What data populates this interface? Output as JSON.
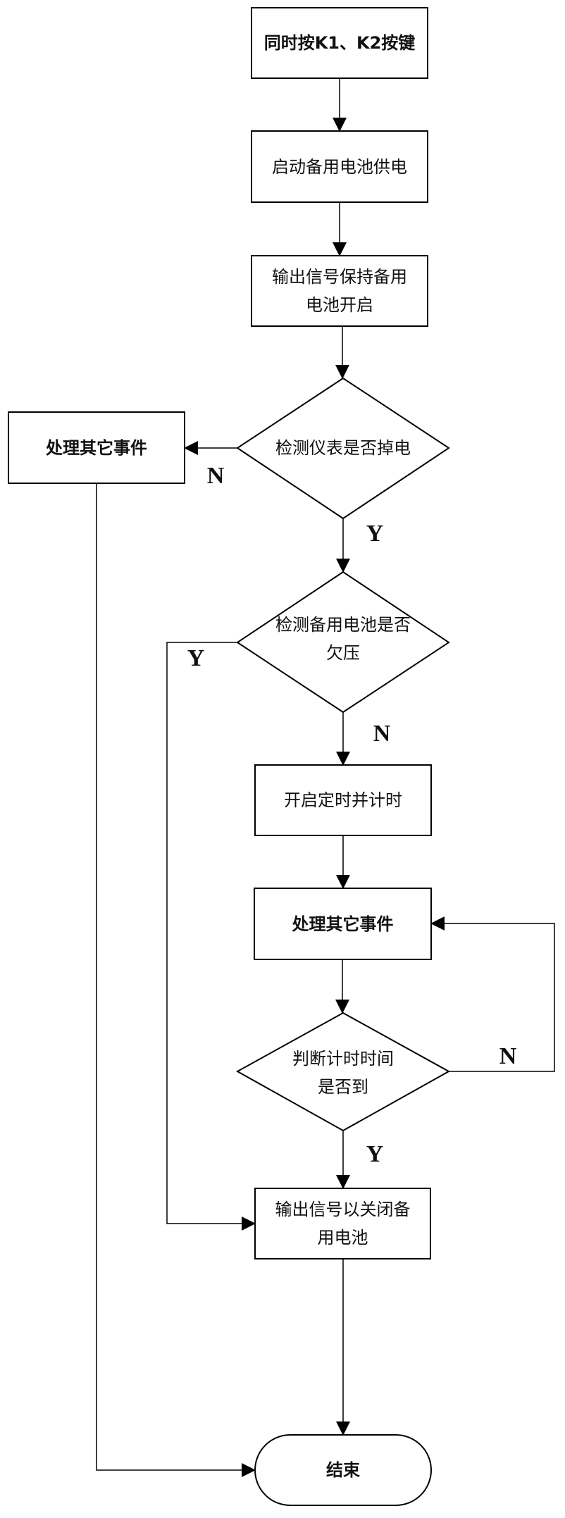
{
  "nodes": {
    "start": "同时按K1、K2按键",
    "enable_backup": "启动备用电池供电",
    "keep_backup": "输出信号保持备用电池开启",
    "keep_backup_line1": "输出信号保持备用",
    "keep_backup_line2": "电池开启",
    "check_power_loss": "检测仪表是否掉电",
    "other_events_left": "处理其它事件",
    "check_undervoltage_line1": "检测备用电池是否",
    "check_undervoltage_line2": "欠压",
    "start_timer": "开启定时并计时",
    "other_events_loop": "处理其它事件",
    "check_timeout_line1": "判断计时时间",
    "check_timeout_line2": "是否到",
    "close_backup_line1": "输出信号以关闭备",
    "close_backup_line2": "用电池",
    "end": "结束"
  },
  "labels": {
    "power_loss_no": "N",
    "power_loss_yes": "Y",
    "undervoltage_yes": "Y",
    "undervoltage_no": "N",
    "timeout_no": "N",
    "timeout_yes": "Y"
  }
}
